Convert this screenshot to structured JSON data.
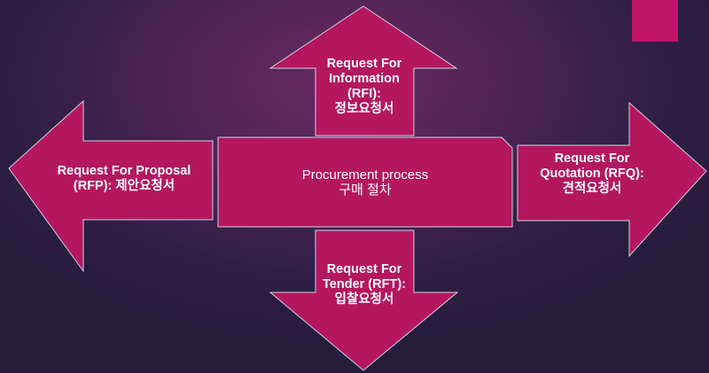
{
  "colors": {
    "shape_fill": "#b5175f",
    "shape_stroke": "#c9d0e8",
    "corner_square": "#c01468",
    "text": "#ffffff"
  },
  "center": {
    "line1": "Procurement process",
    "line2": "구매 절차"
  },
  "rfi": {
    "line1": "Request For",
    "line2": "Information",
    "line3": "(RFI):",
    "line4": "정보요청서"
  },
  "rfp": {
    "line1": "Request For Proposal",
    "line2": "(RFP): 제안요청서"
  },
  "rfq": {
    "line1": "Request For",
    "line2": "Quotation (RFQ):",
    "line3": "견적요청서"
  },
  "rft": {
    "line1": "Request For",
    "line2": "Tender (RFT):",
    "line3": "입찰요청서"
  }
}
